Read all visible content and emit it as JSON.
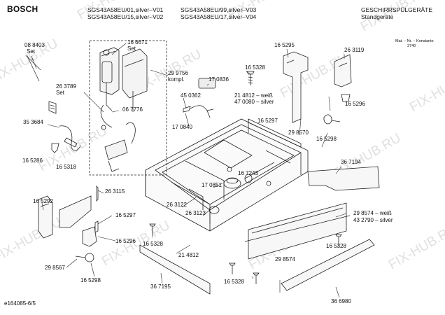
{
  "header": {
    "brand": "BOSCH",
    "models": [
      "SGS43A58EU/01,silver–V01",
      "SGS43A58EU/15,silver–V02",
      "SGS43A58EU/99,silver–V03",
      "SGS43A58EU/17,silver–V04"
    ],
    "category": "GESCHIRRSPÜLGERÄTE",
    "subcategory": "Standgeräte",
    "constant_line1": "Mat. – Nr. – Konstante",
    "constant_line2": "3740"
  },
  "watermark": "FIX-HUB.RU",
  "parts": [
    {
      "id": "p-088403",
      "text": "08 8403"
    },
    {
      "id": "p-088403-set",
      "text": "Set"
    },
    {
      "id": "p-166671",
      "text": "16 6671"
    },
    {
      "id": "p-166671-set",
      "text": "Set"
    },
    {
      "id": "p-263789",
      "text": "26 3789"
    },
    {
      "id": "p-263789-set",
      "text": "Set"
    },
    {
      "id": "p-299756",
      "text": "29 9756"
    },
    {
      "id": "p-299756-k",
      "text": "kompl."
    },
    {
      "id": "p-067776",
      "text": "06 7776"
    },
    {
      "id": "p-353684",
      "text": "35 3684"
    },
    {
      "id": "p-165286",
      "text": "16 5286"
    },
    {
      "id": "p-165318",
      "text": "16 5318"
    },
    {
      "id": "p-450362",
      "text": "45 0362"
    },
    {
      "id": "p-170836",
      "text": "17 0836"
    },
    {
      "id": "p-170840",
      "text": "17 0840"
    },
    {
      "id": "p-165328a",
      "text": "16 5328"
    },
    {
      "id": "p-214812w",
      "text": "21 4812 – weiß"
    },
    {
      "id": "p-470080s",
      "text": "47 0080 – silver"
    },
    {
      "id": "p-165295",
      "text": "16 5295"
    },
    {
      "id": "p-263119",
      "text": "26 3119"
    },
    {
      "id": "p-165296a",
      "text": "16 5296"
    },
    {
      "id": "p-165297a",
      "text": "16 5297"
    },
    {
      "id": "p-298570",
      "text": "29 8570"
    },
    {
      "id": "p-165298a",
      "text": "16 5298"
    },
    {
      "id": "p-367194",
      "text": "36 7194"
    },
    {
      "id": "p-167243",
      "text": "16 7243"
    },
    {
      "id": "p-170851",
      "text": "17 0851"
    },
    {
      "id": "p-263115",
      "text": "26 3115"
    },
    {
      "id": "p-165292",
      "text": "16 5292"
    },
    {
      "id": "p-165297b",
      "text": "16 5297"
    },
    {
      "id": "p-165296b",
      "text": "16 5296"
    },
    {
      "id": "p-263122",
      "text": "26 3122"
    },
    {
      "id": "p-263123",
      "text": "26 3123"
    },
    {
      "id": "p-298574w",
      "text": "29 8574 – weiß"
    },
    {
      "id": "p-432790s",
      "text": "43 2790 – silver"
    },
    {
      "id": "p-165328b",
      "text": "16 5328"
    },
    {
      "id": "p-214812",
      "text": "21 4812"
    },
    {
      "id": "p-298567",
      "text": "29 8567"
    },
    {
      "id": "p-165298b",
      "text": "16 5298"
    },
    {
      "id": "p-298574",
      "text": "29 8574"
    },
    {
      "id": "p-165328c",
      "text": "16 5328"
    },
    {
      "id": "p-367195",
      "text": "36 7195"
    },
    {
      "id": "p-165328d",
      "text": "16 5328"
    },
    {
      "id": "p-366980",
      "text": "36 6980"
    }
  ],
  "footer": {
    "code": "e164085-6/5"
  }
}
